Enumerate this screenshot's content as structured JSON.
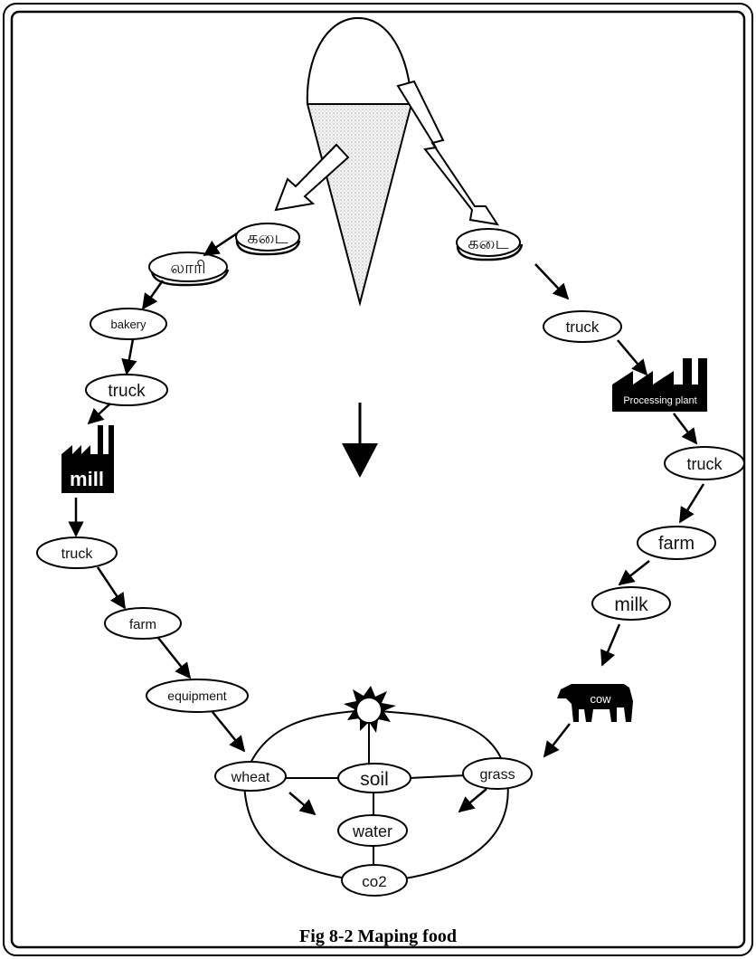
{
  "caption": "Fig 8-2 Maping food",
  "left_chain": {
    "store": "கடை",
    "lorry": "லாரி",
    "bakery": "bakery",
    "truck_top": "truck",
    "mill": "mill",
    "truck_bottom": "truck",
    "farm": "farm",
    "equipment": "equipment"
  },
  "right_chain": {
    "store": "கடை",
    "truck_top": "truck",
    "processing_plant": "Processing plant",
    "truck_bottom": "truck",
    "farm": "farm",
    "milk": "milk",
    "cow": "cow"
  },
  "ecosystem": {
    "wheat": "wheat",
    "soil": "soil",
    "grass": "grass",
    "water": "water",
    "co2": "co2"
  },
  "colors": {
    "ink": "#000000",
    "paper": "#ffffff",
    "cone_fill": "#e8e8e8"
  }
}
